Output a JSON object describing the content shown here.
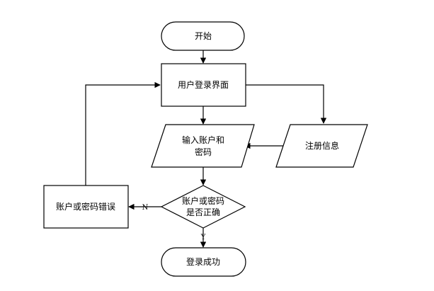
{
  "flowchart": {
    "nodes": {
      "start": "开始",
      "login_ui": "用户登录界面",
      "input_line1": "输入账户和",
      "input_line2": "密码",
      "register": "注册信息",
      "check_line1": "账户或密码",
      "check_line2": "是否正确",
      "error": "账户或密码错误",
      "success": "登录成功"
    },
    "edge_labels": {
      "no": "N",
      "yes": "Y"
    }
  }
}
